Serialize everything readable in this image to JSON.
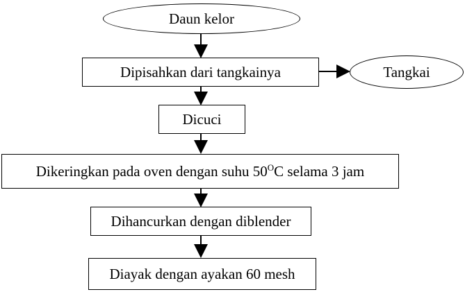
{
  "flowchart": {
    "start": "Daun kelor",
    "steps": [
      "Dipisahkan dari tangkainya",
      "Dicuci",
      {
        "pre": "Dikeringkan pada oven dengan suhu 50",
        "sup": "O",
        "post": "C selama 3 jam"
      },
      "Dihancurkan dengan diblender",
      "Diayak dengan ayakan 60 mesh"
    ],
    "side_output": "Tangkai"
  },
  "colors": {
    "stroke": "#000000",
    "background": "#ffffff"
  }
}
